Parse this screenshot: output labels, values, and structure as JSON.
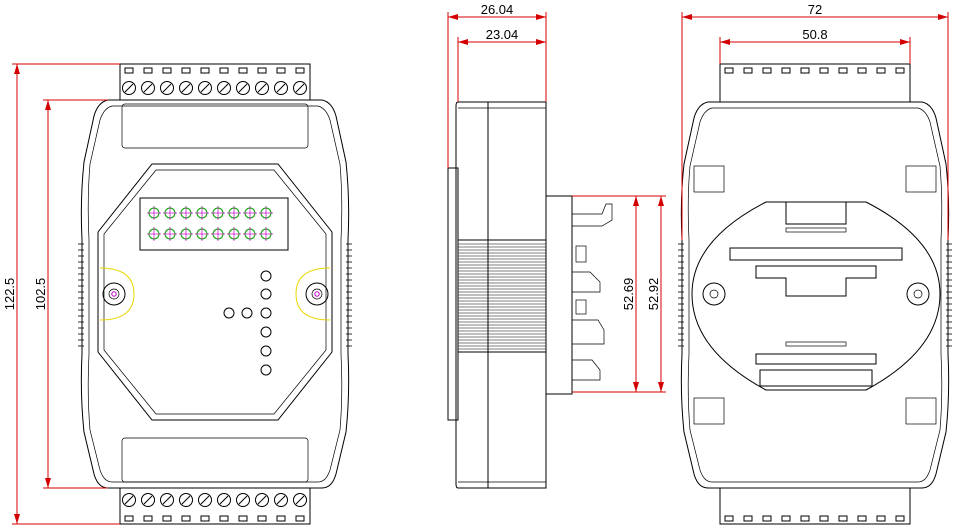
{
  "drawing": {
    "dimensions": {
      "side_depth_total": "26.04",
      "side_depth_body": "23.04",
      "rear_width": "72",
      "rear_rail_width": "50.8",
      "front_height": "122.5",
      "front_body_height": "102.5",
      "side_clip_inner": "52.69",
      "side_clip_outer": "52.92"
    },
    "colors": {
      "outline": "#000000",
      "dimension": "#d40000",
      "led_green": "#00a000",
      "led_magenta": "#c000c0",
      "mount_yellow": "#e8d800"
    },
    "views": [
      "front-view",
      "side-view",
      "rear-view"
    ]
  }
}
